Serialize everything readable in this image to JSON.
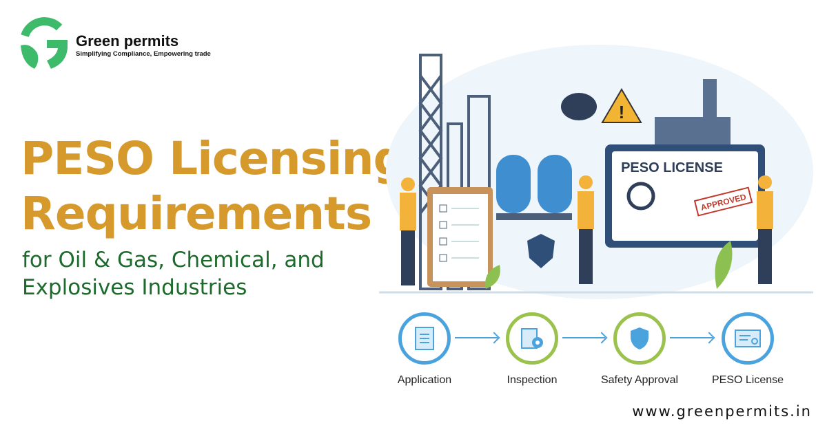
{
  "brand": {
    "name": "Green permits",
    "tagline": "Simplifying Compliance, Empowering trade"
  },
  "headline": {
    "line1": "PESO Licensing",
    "line2": "Requirements"
  },
  "subheadline": {
    "line1": "for Oil & Gas, Chemical, and",
    "line2": "Explosives Industries"
  },
  "illustration": {
    "license_title": "PESO LICENSE",
    "stamp": "APPROVED"
  },
  "steps": [
    {
      "label": "Application",
      "icon": "document-icon"
    },
    {
      "label": "Inspection",
      "icon": "clipboard-gear-icon"
    },
    {
      "label": "Safety Approval",
      "icon": "shield-icon"
    },
    {
      "label": "PESO License",
      "icon": "certificate-icon"
    }
  ],
  "website": "www.greenpermits.in",
  "colors": {
    "gold": "#d6992c",
    "green": "#1d6b2c",
    "logo_green": "#3dbb6a",
    "blue": "#4aa3dd",
    "lime": "#9bc24c"
  }
}
